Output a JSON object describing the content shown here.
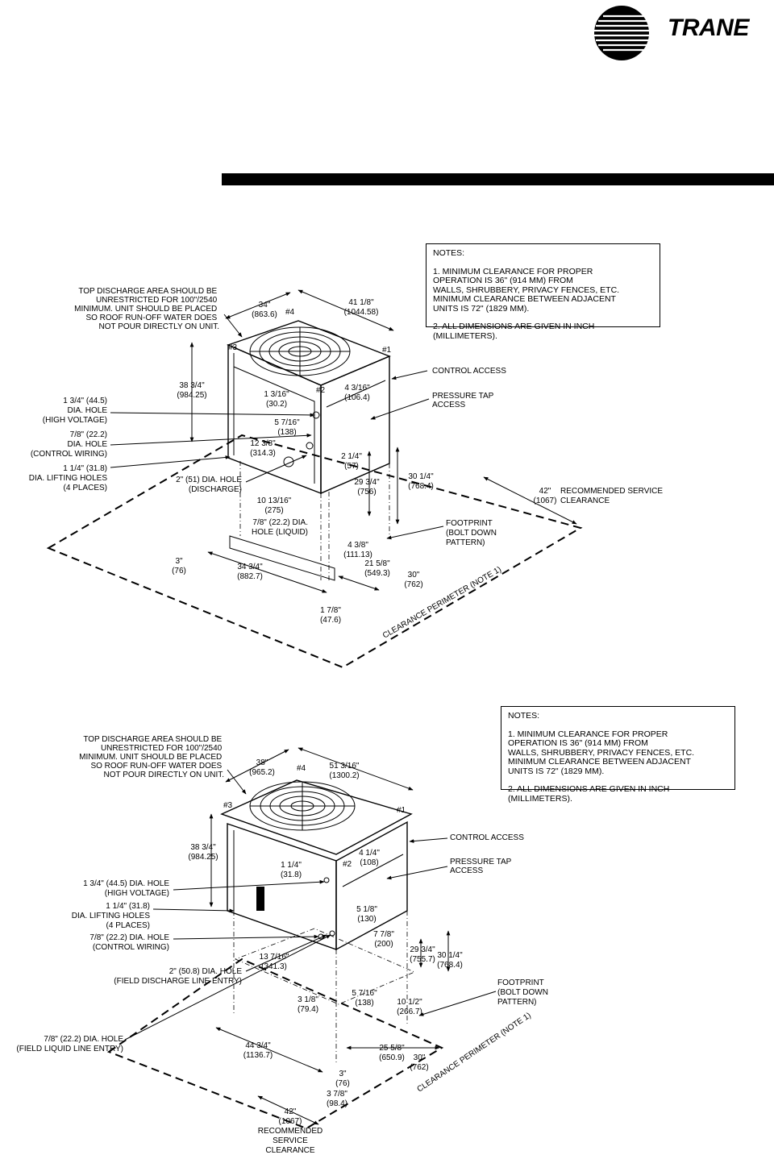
{
  "header": {
    "brand": "TRANE"
  },
  "unit1": {
    "notes": {
      "heading": "NOTES:",
      "note1": "1. MINIMUM CLEARANCE FOR PROPER\nOPERATION IS 36\" (914 MM) FROM\nWALLS, SHRUBBERY, PRIVACY FENCES, ETC.\nMINIMUM CLEARANCE BETWEEN ADJACENT\nUNITS IS 72\" (1829 MM).",
      "note2": "2. ALL DIMENSIONS ARE GIVEN IN INCH (MILLIMETERS)."
    },
    "top_discharge": [
      "TOP DISCHARGE AREA SHOULD BE",
      "UNRESTRICTED FOR 100\"/2540",
      "MINIMUM. UNIT SHOULD BE PLACED",
      "SO ROOF RUN-OFF WATER DOES",
      "NOT POUR DIRECTLY ON UNIT."
    ],
    "corners": {
      "c1": "#1",
      "c2": "#2",
      "c3": "#3",
      "c4": "#4"
    },
    "dims": {
      "depth": [
        "34\"",
        "(863.6)"
      ],
      "width": [
        "41 1/8\"",
        "(1044.58)"
      ],
      "height": [
        "38 3/4\"",
        "(984.25)"
      ],
      "d1": [
        "1 3/16\"",
        "(30.2)"
      ],
      "d2": [
        "4 3/16\"",
        "(106.4)"
      ],
      "d3": [
        "5 7/16\"",
        "(138)"
      ],
      "d4": [
        "12 3/8\"",
        "(314.3)"
      ],
      "d5": [
        "2 1/4\"",
        "(57)"
      ],
      "d6": [
        "29 3/4\"",
        "(756)"
      ],
      "d7": [
        "30 1/4\"",
        "(768.4)"
      ],
      "d8": [
        "10 13/16\"",
        "(275)"
      ],
      "d9": [
        "4 3/8\"",
        "(111.13)"
      ],
      "d10": [
        "21 5/8\"",
        "(549.3)"
      ],
      "d11": [
        "30\"",
        "(762)"
      ],
      "d12": [
        "3\"",
        "(76)"
      ],
      "d13": [
        "34 3/4\"",
        "(882.7)"
      ],
      "d14": [
        "1 7/8\"",
        "(47.6)"
      ],
      "service": [
        "42\"",
        "(1067)"
      ]
    },
    "labels": {
      "hv": [
        "1 3/4\" (44.5)",
        "DIA. HOLE",
        "(HIGH VOLTAGE)"
      ],
      "cw": [
        "7/8\" (22.2)",
        "DIA. HOLE",
        "(CONTROL WIRING)"
      ],
      "lift": [
        "1 1/4\" (31.8)",
        "DIA. LIFTING HOLES",
        "(4 PLACES)"
      ],
      "disch": [
        "2\" (51) DIA. HOLE",
        "(DISCHARGE)"
      ],
      "liquid": [
        "7/8\" (22.2) DIA.",
        "HOLE (LIQUID)"
      ],
      "control_access": "CONTROL ACCESS",
      "pressure": [
        "PRESSURE TAP",
        "ACCESS"
      ],
      "footprint": [
        "FOOTPRINT",
        "(BOLT DOWN",
        "PATTERN)"
      ],
      "service": [
        "RECOMMENDED SERVICE",
        "CLEARANCE"
      ],
      "perimeter": "CLEARANCE PERIMETER (NOTE 1)"
    }
  },
  "unit2": {
    "notes": {
      "heading": "NOTES:",
      "note1": "1. MINIMUM CLEARANCE FOR PROPER\nOPERATION IS 36\" (914 MM) FROM\nWALLS, SHRUBBERY, PRIVACY FENCES, ETC.\nMINIMUM CLEARANCE BETWEEN ADJACENT\nUNITS IS 72\" (1829 MM).",
      "note2": "2. ALL DIMENSIONS ARE GIVEN IN INCH (MILLIMETERS)."
    },
    "top_discharge": [
      "TOP DISCHARGE AREA SHOULD BE",
      "UNRESTRICTED FOR 100\"/2540",
      "MINIMUM. UNIT SHOULD BE PLACED",
      "SO ROOF RUN-OFF WATER DOES",
      "NOT POUR DIRECTLY ON UNIT."
    ],
    "corners": {
      "c1": "#1",
      "c2": "#2",
      "c3": "#3",
      "c4": "#4"
    },
    "dims": {
      "depth": [
        "38\"",
        "(965.2)"
      ],
      "width": [
        "51 3/16\"",
        "(1300.2)"
      ],
      "height": [
        "38 3/4\"",
        "(984.25)"
      ],
      "d1": [
        "1 1/4\"",
        "(31.8)"
      ],
      "d2": [
        "4 1/4\"",
        "(108)"
      ],
      "d3": [
        "5 1/8\"",
        "(130)"
      ],
      "d4": [
        "7 7/8\"",
        "(200)"
      ],
      "d5": [
        "13 7/16\"",
        "(341.3)"
      ],
      "d6": [
        "29 3/4\"",
        "(755.7)"
      ],
      "d7": [
        "30 1/4\"",
        "(768.4)"
      ],
      "d8": [
        "5 7/16\"",
        "(138)"
      ],
      "d9": [
        "3 1/8\"",
        "(79.4)"
      ],
      "d10": [
        "10 1/2\"",
        "(266.7)"
      ],
      "d11": [
        "44 3/4\"",
        "(1136.7)"
      ],
      "d12": [
        "25 5/8\"",
        "(650.9)"
      ],
      "d13": [
        "30\"",
        "(762)"
      ],
      "d14": [
        "3\"",
        "(76)"
      ],
      "d15": [
        "3 7/8\"",
        "(98.4)"
      ],
      "service": [
        "42\"",
        "(1067)"
      ]
    },
    "labels": {
      "hv": "1 3/4\" (44.5) DIA. HOLE",
      "hv2": "(HIGH VOLTAGE)",
      "lift": [
        "1 1/4\" (31.8)",
        "DIA. LIFTING HOLES",
        "(4 PLACES)"
      ],
      "cw": [
        "7/8\" (22.2) DIA. HOLE",
        "(CONTROL WIRING)"
      ],
      "disch": [
        "2\" (50.8) DIA. HOLE",
        "(FIELD DISCHARGE LINE ENTRY)"
      ],
      "liquid": [
        "7/8\" (22.2) DIA. HOLE",
        "(FIELD LIQUID LINE ENTRY)"
      ],
      "control_access": "CONTROL ACCESS",
      "pressure": [
        "PRESSURE TAP",
        "ACCESS"
      ],
      "footprint": [
        "FOOTPRINT",
        "(BOLT DOWN",
        "PATTERN)"
      ],
      "service": [
        "RECOMMENDED",
        "SERVICE",
        "CLEARANCE"
      ],
      "perimeter": "CLEARANCE PERIMETER (NOTE 1)"
    }
  }
}
